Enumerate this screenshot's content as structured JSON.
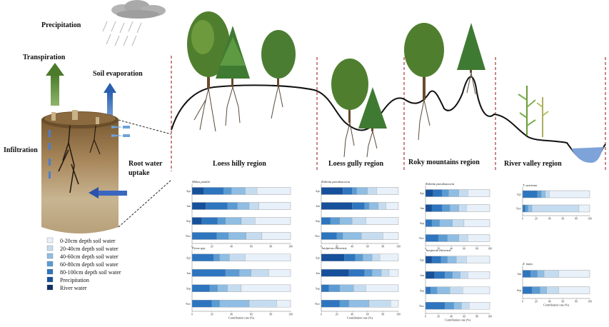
{
  "labels": {
    "precipitation": "Precipitation",
    "transpiration": "Transpiration",
    "soil_evaporation": "Soil evaporation",
    "infiltration": "Infiltration",
    "root_water_uptake_1": "Root water",
    "root_water_uptake_2": "uptake"
  },
  "regions": [
    {
      "name": "Loess hilly region"
    },
    {
      "name": "Loess gully region"
    },
    {
      "name": "Roky mountains region"
    },
    {
      "name": "River valley region"
    }
  ],
  "legend": [
    {
      "label": "0-20cm depth soil water",
      "color": "#e8f1fa"
    },
    {
      "label": "20-40cm depth soil water",
      "color": "#c5dcf0"
    },
    {
      "label": "40-60cm depth soil water",
      "color": "#8fbde3"
    },
    {
      "label": "60-80cm depth soil water",
      "color": "#5a9bd4"
    },
    {
      "label": "80-100cm depth soil water",
      "color": "#2e75bf"
    },
    {
      "label": "Precipitation",
      "color": "#16509a"
    },
    {
      "label": "River water",
      "color": "#0c2f66"
    }
  ],
  "chart_data": [
    {
      "type": "bar",
      "orientation": "horizontal",
      "stacked": true,
      "title": "Malus pumila",
      "categories": [
        "Apr",
        "Jun",
        "Sep",
        "Nov"
      ],
      "xlabel": "",
      "ylabel": "",
      "xlim": [
        0,
        100
      ],
      "series": [
        {
          "name": "Precipitation",
          "values": [
            12,
            14,
            10,
            0
          ]
        },
        {
          "name": "80-100cm depth soil water",
          "values": [
            20,
            22,
            16,
            25
          ]
        },
        {
          "name": "60-80cm depth soil water",
          "values": [
            8,
            10,
            8,
            12
          ]
        },
        {
          "name": "40-60cm depth soil water",
          "values": [
            14,
            12,
            16,
            18
          ]
        },
        {
          "name": "20-40cm depth soil water",
          "values": [
            12,
            10,
            14,
            16
          ]
        },
        {
          "name": "0-20cm depth soil water",
          "values": [
            34,
            32,
            36,
            29
          ]
        }
      ]
    },
    {
      "type": "bar",
      "orientation": "horizontal",
      "stacked": true,
      "title": "Pyrus spp.",
      "categories": [
        "Apr",
        "Jun",
        "Sep",
        "Nov"
      ],
      "xlabel": "Contribution rate (%)",
      "ylabel": "",
      "xlim": [
        0,
        100
      ],
      "series": [
        {
          "name": "Precipitation",
          "values": [
            0,
            0,
            0,
            0
          ]
        },
        {
          "name": "80-100cm depth soil water",
          "values": [
            22,
            34,
            18,
            20
          ]
        },
        {
          "name": "60-80cm depth soil water",
          "values": [
            6,
            14,
            8,
            8
          ]
        },
        {
          "name": "40-60cm depth soil water",
          "values": [
            10,
            12,
            10,
            30
          ]
        },
        {
          "name": "20-40cm depth soil water",
          "values": [
            16,
            18,
            14,
            28
          ]
        },
        {
          "name": "0-20cm depth soil water",
          "values": [
            46,
            22,
            50,
            14
          ]
        }
      ]
    },
    {
      "type": "bar",
      "orientation": "horizontal",
      "stacked": true,
      "title": "Robinia pseudoacacia",
      "categories": [
        "Apr",
        "Jun",
        "Sep",
        "Nov"
      ],
      "xlabel": "",
      "ylabel": "",
      "xlim": [
        0,
        100
      ],
      "series": [
        {
          "name": "Precipitation",
          "values": [
            28,
            40,
            0,
            0
          ]
        },
        {
          "name": "80-100cm depth soil water",
          "values": [
            12,
            16,
            12,
            20
          ]
        },
        {
          "name": "60-80cm depth soil water",
          "values": [
            6,
            6,
            12,
            8
          ]
        },
        {
          "name": "40-60cm depth soil water",
          "values": [
            14,
            12,
            16,
            24
          ]
        },
        {
          "name": "20-40cm depth soil water",
          "values": [
            12,
            10,
            18,
            28
          ]
        },
        {
          "name": "0-20cm depth soil water",
          "values": [
            28,
            16,
            42,
            20
          ]
        }
      ]
    },
    {
      "type": "bar",
      "orientation": "horizontal",
      "stacked": true,
      "title": "Juniperus chinensis",
      "categories": [
        "Apr",
        "Jun",
        "Sep",
        "Nov"
      ],
      "xlabel": "Contribution rate (%)",
      "ylabel": "",
      "xlim": [
        0,
        100
      ],
      "series": [
        {
          "name": "Precipitation",
          "values": [
            30,
            36,
            0,
            0
          ]
        },
        {
          "name": "80-100cm depth soil water",
          "values": [
            14,
            20,
            10,
            24
          ]
        },
        {
          "name": "60-80cm depth soil water",
          "values": [
            10,
            10,
            14,
            12
          ]
        },
        {
          "name": "40-60cm depth soil water",
          "values": [
            12,
            12,
            18,
            26
          ]
        },
        {
          "name": "20-40cm depth soil water",
          "values": [
            10,
            10,
            16,
            28
          ]
        },
        {
          "name": "0-20cm depth soil water",
          "values": [
            24,
            12,
            42,
            10
          ]
        }
      ]
    },
    {
      "type": "bar",
      "orientation": "horizontal",
      "stacked": true,
      "title": "Robinia pseudoacacia",
      "categories": [
        "Apr",
        "Jun",
        "Sep",
        "Nov"
      ],
      "xlabel": "",
      "ylabel": "",
      "xlim": [
        0,
        100
      ],
      "series": [
        {
          "name": "Precipitation",
          "values": [
            12,
            10,
            0,
            0
          ]
        },
        {
          "name": "80-100cm depth soil water",
          "values": [
            14,
            16,
            10,
            20
          ]
        },
        {
          "name": "60-80cm depth soil water",
          "values": [
            10,
            12,
            12,
            14
          ]
        },
        {
          "name": "40-60cm depth soil water",
          "values": [
            16,
            14,
            20,
            18
          ]
        },
        {
          "name": "20-40cm depth soil water",
          "values": [
            14,
            12,
            18,
            14
          ]
        },
        {
          "name": "0-20cm depth soil water",
          "values": [
            34,
            36,
            40,
            34
          ]
        }
      ]
    },
    {
      "type": "bar",
      "orientation": "horizontal",
      "stacked": true,
      "title": "Juniperus chinensis",
      "categories": [
        "Apr",
        "Jun",
        "Sep",
        "Nov"
      ],
      "xlabel": "Contribution rate (%)",
      "ylabel": "",
      "xlim": [
        0,
        100
      ],
      "series": [
        {
          "name": "Precipitation",
          "values": [
            10,
            14,
            0,
            0
          ]
        },
        {
          "name": "80-100cm depth soil water",
          "values": [
            14,
            16,
            8,
            30
          ]
        },
        {
          "name": "60-80cm depth soil water",
          "values": [
            10,
            12,
            10,
            14
          ]
        },
        {
          "name": "40-60cm depth soil water",
          "values": [
            14,
            12,
            20,
            12
          ]
        },
        {
          "name": "20-40cm depth soil water",
          "values": [
            16,
            12,
            20,
            12
          ]
        },
        {
          "name": "0-20cm depth soil water",
          "values": [
            36,
            34,
            42,
            32
          ]
        }
      ]
    },
    {
      "type": "bar",
      "orientation": "horizontal",
      "stacked": true,
      "title": "T. aestivum",
      "categories": [
        "Apr",
        "Nov"
      ],
      "xlabel": "",
      "ylabel": "",
      "xlim": [
        0,
        100
      ],
      "series": [
        {
          "name": "River water",
          "values": [
            0,
            0
          ]
        },
        {
          "name": "Precipitation",
          "values": [
            0,
            0
          ]
        },
        {
          "name": "80-100cm depth soil water",
          "values": [
            22,
            4
          ]
        },
        {
          "name": "60-80cm depth soil water",
          "values": [
            6,
            4
          ]
        },
        {
          "name": "40-60cm depth soil water",
          "values": [
            6,
            6
          ]
        },
        {
          "name": "20-40cm depth soil water",
          "values": [
            6,
            70
          ]
        },
        {
          "name": "0-20cm depth soil water",
          "values": [
            60,
            16
          ]
        }
      ]
    },
    {
      "type": "bar",
      "orientation": "horizontal",
      "stacked": true,
      "title": "Z. mays",
      "categories": [
        "Jun",
        "Sep"
      ],
      "xlabel": "Contribution rate (%)",
      "ylabel": "",
      "xlim": [
        0,
        100
      ],
      "series": [
        {
          "name": "River water",
          "values": [
            0,
            0
          ]
        },
        {
          "name": "Precipitation",
          "values": [
            0,
            0
          ]
        },
        {
          "name": "80-100cm depth soil water",
          "values": [
            12,
            14
          ]
        },
        {
          "name": "60-80cm depth soil water",
          "values": [
            10,
            12
          ]
        },
        {
          "name": "40-60cm depth soil water",
          "values": [
            10,
            10
          ]
        },
        {
          "name": "20-40cm depth soil water",
          "values": [
            22,
            18
          ]
        },
        {
          "name": "0-20cm depth soil water",
          "values": [
            46,
            46
          ]
        }
      ]
    }
  ]
}
